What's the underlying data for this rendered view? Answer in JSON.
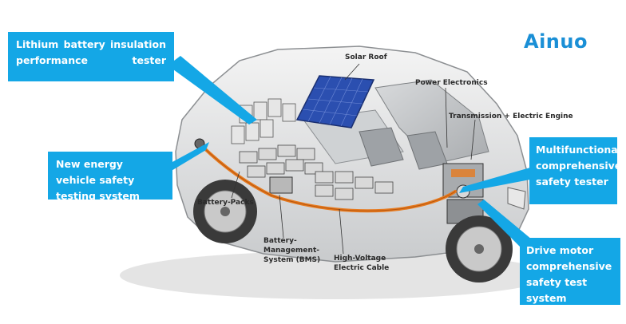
{
  "brand": "Ainuo",
  "colors": {
    "callout": "#14a7e6",
    "brand": "#1a8fd6",
    "cable": "#e67a1f",
    "solar": "#2b4fb0"
  },
  "callouts": {
    "lithium": "Lithium battery insulation performance tester",
    "safety_system": "New energy vehicle safety testing system",
    "multifunctional": "Multifunctional comprehensive safety tester",
    "drive_motor": "Drive motor comprehensive safety test system"
  },
  "labels": {
    "solar_roof": "Solar Roof",
    "power_electronics": "Power Electronics",
    "transmission": "Transmission + Electric Engine",
    "battery_packs": "Battery-Packs",
    "bms_1": "Battery-",
    "bms_2": "Management-",
    "bms_3": "System (BMS)",
    "cable_1": "High-Voltage",
    "cable_2": "Electric Cable"
  }
}
